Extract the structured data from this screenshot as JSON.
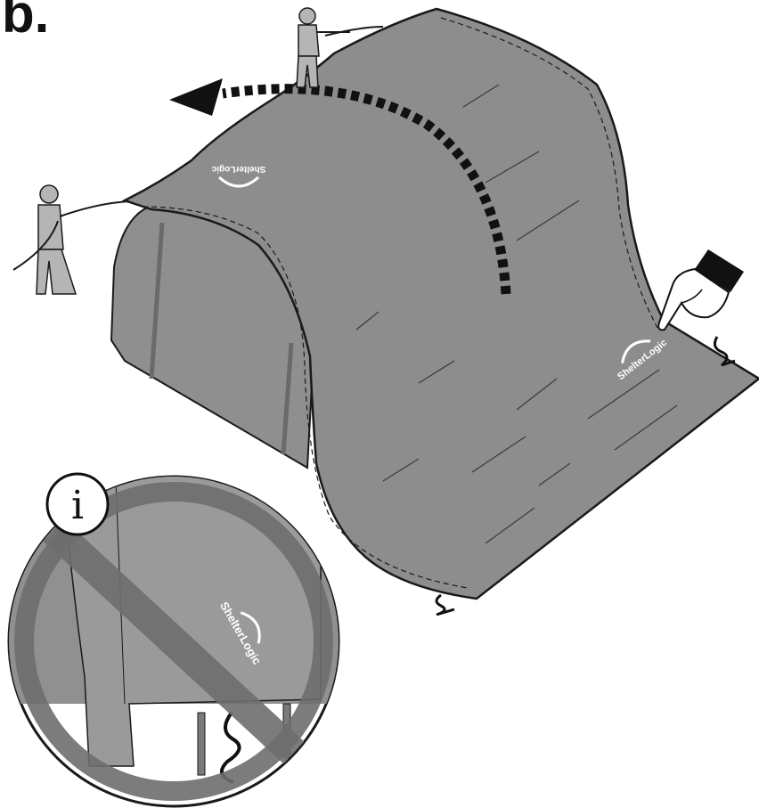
{
  "step_label": "b.",
  "info_badge": "i",
  "brand": "ShelterLogic",
  "colors": {
    "cover_gray": "#8a8a8a",
    "cover_light": "#9b9b9b",
    "frame_gray": "#7a7a7a",
    "outline": "#1a1a1a",
    "arrow": "#111111",
    "prohibited_band": "#6e6e6e"
  },
  "icons": [
    "person-pulling-rope-icon",
    "curved-arrow-icon",
    "pointing-hand-icon",
    "no-symbol-icon",
    "info-icon",
    "tie-down-strap-icon"
  ]
}
